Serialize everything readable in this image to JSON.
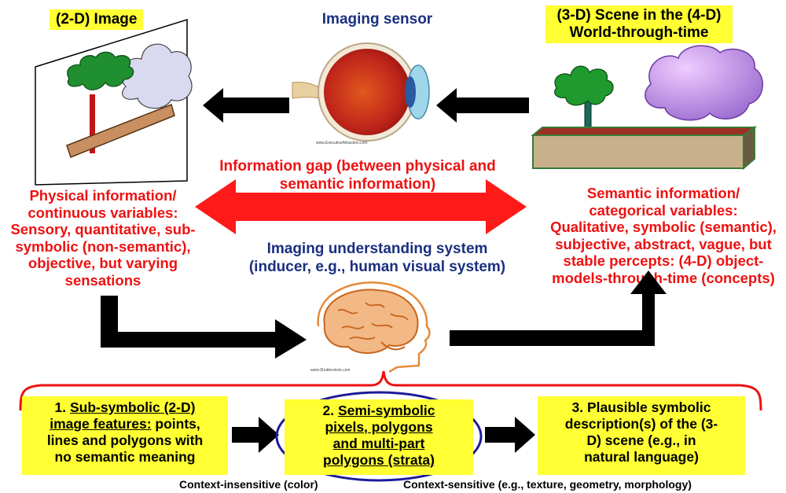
{
  "labels": {
    "image_2d": "(2-D) Image",
    "imaging_sensor": "Imaging sensor",
    "scene_lines": [
      "(3-D) Scene in the (4-D)",
      "World-through-time"
    ],
    "info_gap_lines": [
      "Information gap (between physical and",
      "semantic information)"
    ],
    "physical_lines": [
      "Physical information/",
      "continuous variables:",
      "Sensory, quantitative, sub-",
      "symbolic (non-semantic),",
      "objective, but varying",
      "sensations"
    ],
    "semantic_lines": [
      "Semantic information/",
      "categorical  variables:",
      "Qualitative, symbolic (semantic),",
      "subjective, abstract, vague, but",
      "stable  percepts: (4-D) object-",
      "models-through-time (concepts)"
    ],
    "understanding_lines": [
      "Imaging understanding system",
      "(inducer, e.g., human visual system)"
    ]
  },
  "boxes": {
    "box1": {
      "num": "1. ",
      "u1": "Sub-symbolic (2-D)",
      "u2": "image features:",
      "rest2": " points,",
      "line3": "lines and polygons with",
      "line4": "no semantic meaning"
    },
    "box2": {
      "num": "2. ",
      "u1": "Semi-symbolic",
      "u2": "pixels, polygons",
      "u3": "and multi-part",
      "u4": "polygons (strata)"
    },
    "box3": {
      "lines": [
        "3. Plausible symbolic",
        "description(s) of the (3-",
        "D) scene (e.g., in",
        "natural language)"
      ]
    }
  },
  "context": {
    "insensitive": "Context-insensitive (color)",
    "sensitive": "Context-sensitive (e.g., texture, geometry, morphology)"
  },
  "watermarks": {
    "eye": "www.ExecutiveAttraction.com",
    "brain": "www.Shutterstock.com"
  },
  "colors": {
    "highlight": "#ffff33",
    "red_text": "#ee1111",
    "navy_text": "#1a2f80",
    "arrow_red": "#ff1a1a",
    "ellipse_border": "#1b1b9a"
  }
}
